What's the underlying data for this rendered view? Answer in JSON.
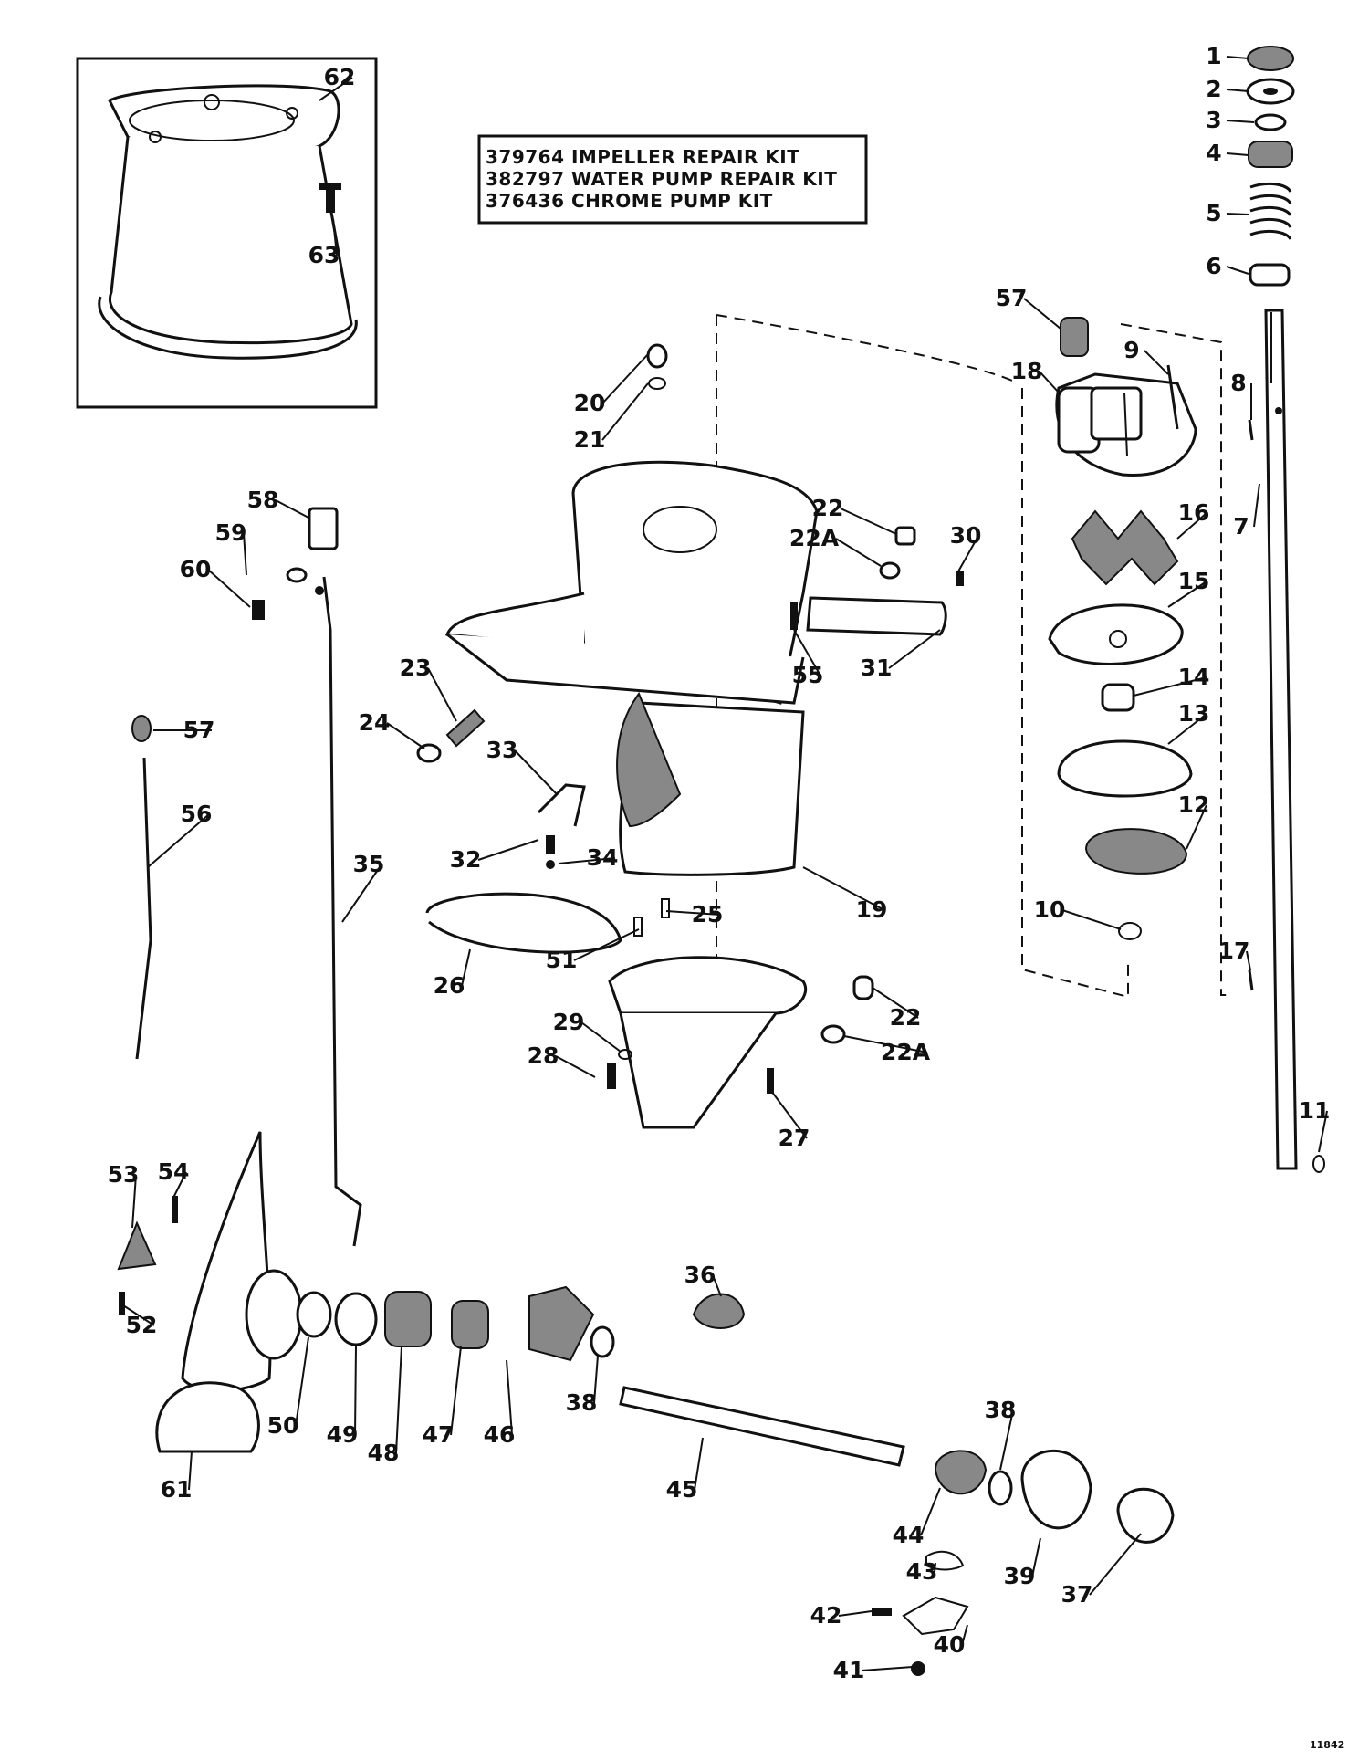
{
  "kit_box": {
    "lines": [
      "379764 IMPELLER REPAIR KIT",
      "382797 WATER PUMP REPAIR KIT",
      "376436 CHROME PUMP KIT"
    ]
  },
  "figure_number": "11842",
  "callouts": [
    "1",
    "2",
    "3",
    "4",
    "5",
    "6",
    "7",
    "8",
    "9",
    "10",
    "11",
    "12",
    "13",
    "14",
    "15",
    "16",
    "17",
    "18",
    "19",
    "20",
    "21",
    "22",
    "22A",
    "22",
    "22A",
    "23",
    "24",
    "25",
    "26",
    "27",
    "28",
    "29",
    "30",
    "31",
    "32",
    "33",
    "34",
    "35",
    "36",
    "37",
    "38",
    "38",
    "39",
    "40",
    "41",
    "42",
    "43",
    "44",
    "45",
    "46",
    "47",
    "48",
    "49",
    "50",
    "51",
    "52",
    "53",
    "54",
    "55",
    "56",
    "57",
    "57",
    "58",
    "59",
    "60",
    "61",
    "62",
    "63"
  ]
}
